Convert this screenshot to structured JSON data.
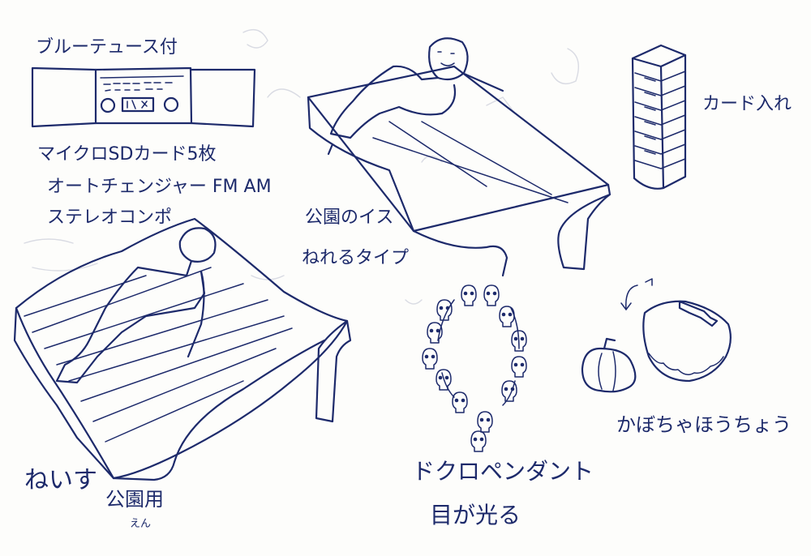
{
  "labels": {
    "bluetooth": "ブルーテュース付",
    "microsd": "マイクロSDカード5枚",
    "autochanger": "オートチェンジャー FM AM",
    "stereo": "ステレオコンポ",
    "card_case": "カード入れ",
    "bench_line1": "公園のイス",
    "bench_line2": "ねれるタイプ",
    "neisu": "ねいす",
    "kouen": "公園用",
    "kouen_reading": "えん",
    "skull_pendant": "ドクロペンダント",
    "eyes_glow": "目が光る",
    "pumpkin_knife": "かぼちゃほうちょう"
  },
  "colors": {
    "ink": "#1d2a6b",
    "paper": "#fdfdfb"
  }
}
